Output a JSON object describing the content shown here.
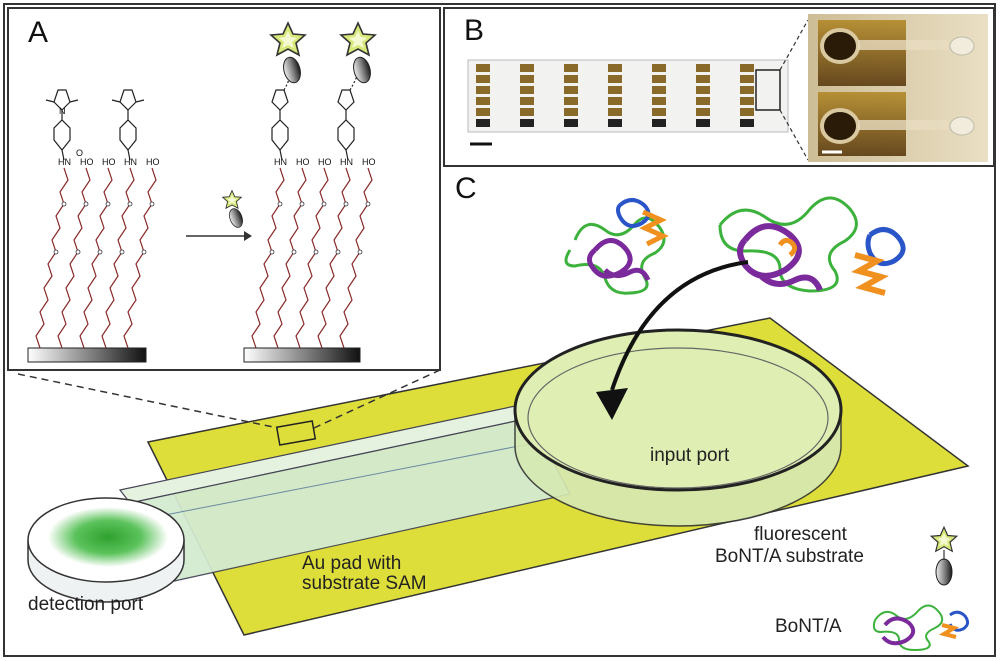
{
  "panels": {
    "a": "A",
    "b": "B",
    "c": "C"
  },
  "panel_a": {
    "chain_labels": [
      "HN",
      "HO",
      "HO",
      "HN",
      "HO"
    ],
    "carbonyl_label": "O",
    "ring_label": "N",
    "chain_count_left": 5,
    "chain_count_right": 5
  },
  "panel_b": {
    "array_columns": 7,
    "array_rows": 6
  },
  "panel_c": {
    "input_port": "input port",
    "detection_port": "detection port",
    "au_pad_line1": "Au pad with",
    "au_pad_line2": "substrate SAM",
    "legend_substrate_line1": "fluorescent",
    "legend_substrate_line2": "BoNT/A substrate",
    "legend_enzyme": "BoNT/A"
  },
  "colors": {
    "chip_yellow": "#dede3a",
    "channel_fill": "#cfe8c8",
    "fluor_green": "#2ea12e",
    "star_fill": "#d8e87a",
    "protein_purple": "#7b2a9c",
    "protein_green": "#3cb23c",
    "protein_orange": "#f0901e",
    "protein_blue": "#2a55c9",
    "bond_red": "#8a2a2a"
  },
  "icons": [
    "star-fluorophore-icon",
    "protein-icon",
    "arrow-icon"
  ]
}
